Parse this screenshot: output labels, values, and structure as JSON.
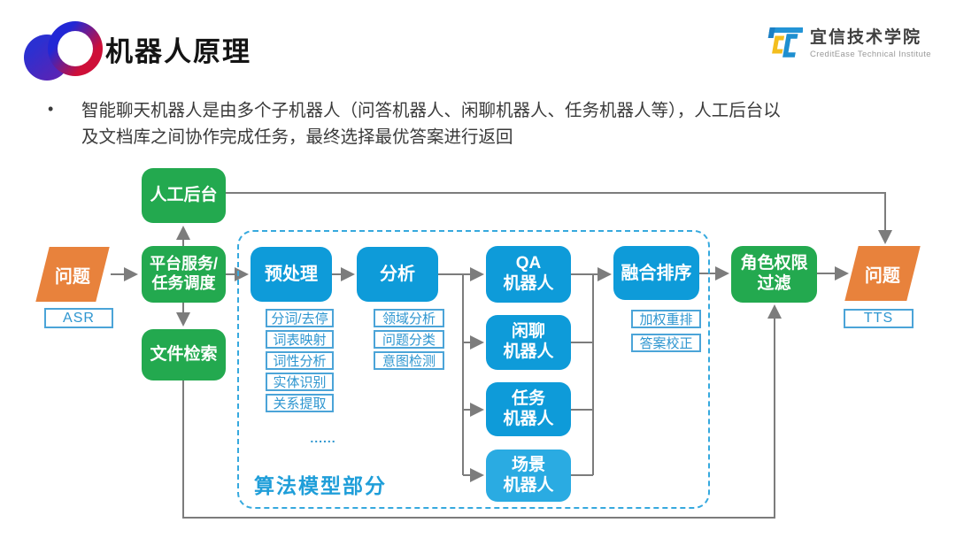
{
  "header": {
    "title": "机器人原理",
    "org": {
      "cn": "宜信技术学院",
      "en": "CreditEase Technical Institute"
    }
  },
  "bullet": {
    "marker": "•",
    "line1": "智能聊天机器人是由多个子机器人（问答机器人、闲聊机器人、任务机器人等），人工后台以",
    "line2": "及文档库之间协作完成任务，最终选择最优答案进行返回"
  },
  "flow": {
    "input": {
      "label": "问题",
      "tag": "ASR"
    },
    "output": {
      "label": "问题",
      "tag": "TTS"
    },
    "manual_backend": "人工后台",
    "platform": {
      "line1": "平台服务/",
      "line2": "任务调度"
    },
    "file_search": "文件检索",
    "algo_section_label": "算法模型部分",
    "preprocess": {
      "label": "预处理",
      "items": [
        "分词/去停",
        "词表映射",
        "词性分析",
        "实体识别",
        "关系提取"
      ],
      "more": "......"
    },
    "analysis": {
      "label": "分析",
      "items": [
        "领域分析",
        "问题分类",
        "意图检测"
      ]
    },
    "robots": [
      {
        "line1": "QA",
        "line2": "机器人"
      },
      {
        "line1": "闲聊",
        "line2": "机器人"
      },
      {
        "line1": "任务",
        "line2": "机器人"
      },
      {
        "line1": "场景",
        "line2": "机器人"
      }
    ],
    "fusion": {
      "label": "融合排序",
      "items": [
        "加权重排",
        "答案校正"
      ]
    },
    "role_filter": {
      "line1": "角色权限",
      "line2": "过滤"
    }
  },
  "colors": {
    "green": "#23a94f",
    "blue": "#0e9bd9",
    "light_blue": "#2aabe2",
    "orange": "#e8823c",
    "wire_gray": "#7c7c7c",
    "label_blue": "#2e96d0",
    "dashed_blue": "#36a9de"
  }
}
